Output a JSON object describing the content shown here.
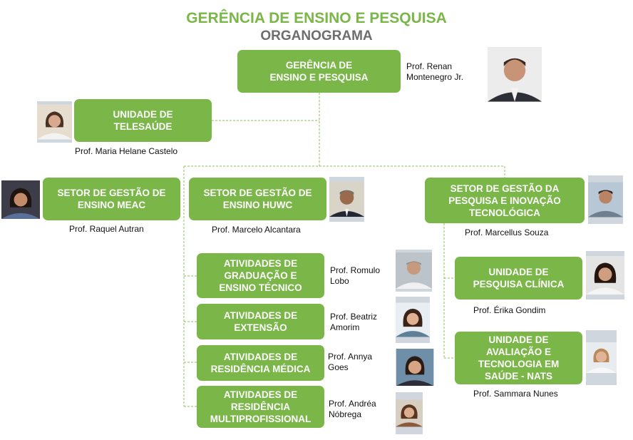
{
  "header": {
    "title": "GERÊNCIA DE ENSINO E PESQUISA",
    "subtitle": "ORGANOGRAMA"
  },
  "colors": {
    "box": "#7ab648",
    "connector": "#8cc25a"
  },
  "units": {
    "gerencia": {
      "label": "GERÊNCIA DE\nENSINO E PESQUISA",
      "person": "Prof. Renan\nMontenegro Jr."
    },
    "telessaude": {
      "label": "UNIDADE DE\nTELESAÚDE",
      "person": "Prof. Maria Helane Castelo"
    },
    "meac": {
      "label": "SETOR DE GESTÃO DE\nENSINO MEAC",
      "person": "Prof. Raquel Autran"
    },
    "huwc": {
      "label": "SETOR DE GESTÃO DE\nENSINO HUWC",
      "person": "Prof. Marcelo Alcantara"
    },
    "pesquisa": {
      "label": "SETOR DE GESTÃO DA\nPESQUISA E INOVAÇÃO\nTECNOLÓGICA",
      "person": "Prof. Marcellus Souza"
    },
    "graduacao": {
      "label": "ATIVIDADES DE\nGRADUAÇÃO E\nENSINO TÉCNICO",
      "person": "Prof. Romulo\nLobo"
    },
    "extensao": {
      "label": "ATIVIDADES DE\nEXTENSÃO",
      "person": "Prof. Beatriz\nAmorim"
    },
    "residencia_medica": {
      "label": "ATIVIDADES DE\nRESIDÊNCIA MÉDICA",
      "person": "Prof. Annya\nGoes"
    },
    "residencia_multi": {
      "label": "ATIVIDADES DE\nRESIDÊNCIA\nMULTIPROFISSIONAL",
      "person": "Prof. Andréa\nNóbrega"
    },
    "pesquisa_clinica": {
      "label": "UNIDADE DE\nPESQUISA CLÍNICA",
      "person": "Prof. Érika Gondim"
    },
    "nats": {
      "label": "UNIDADE DE\nAVALIAÇÃO E\nTECNOLOGIA EM\nSAÚDE - NATS",
      "person": "Prof. Sammara Nunes"
    }
  }
}
